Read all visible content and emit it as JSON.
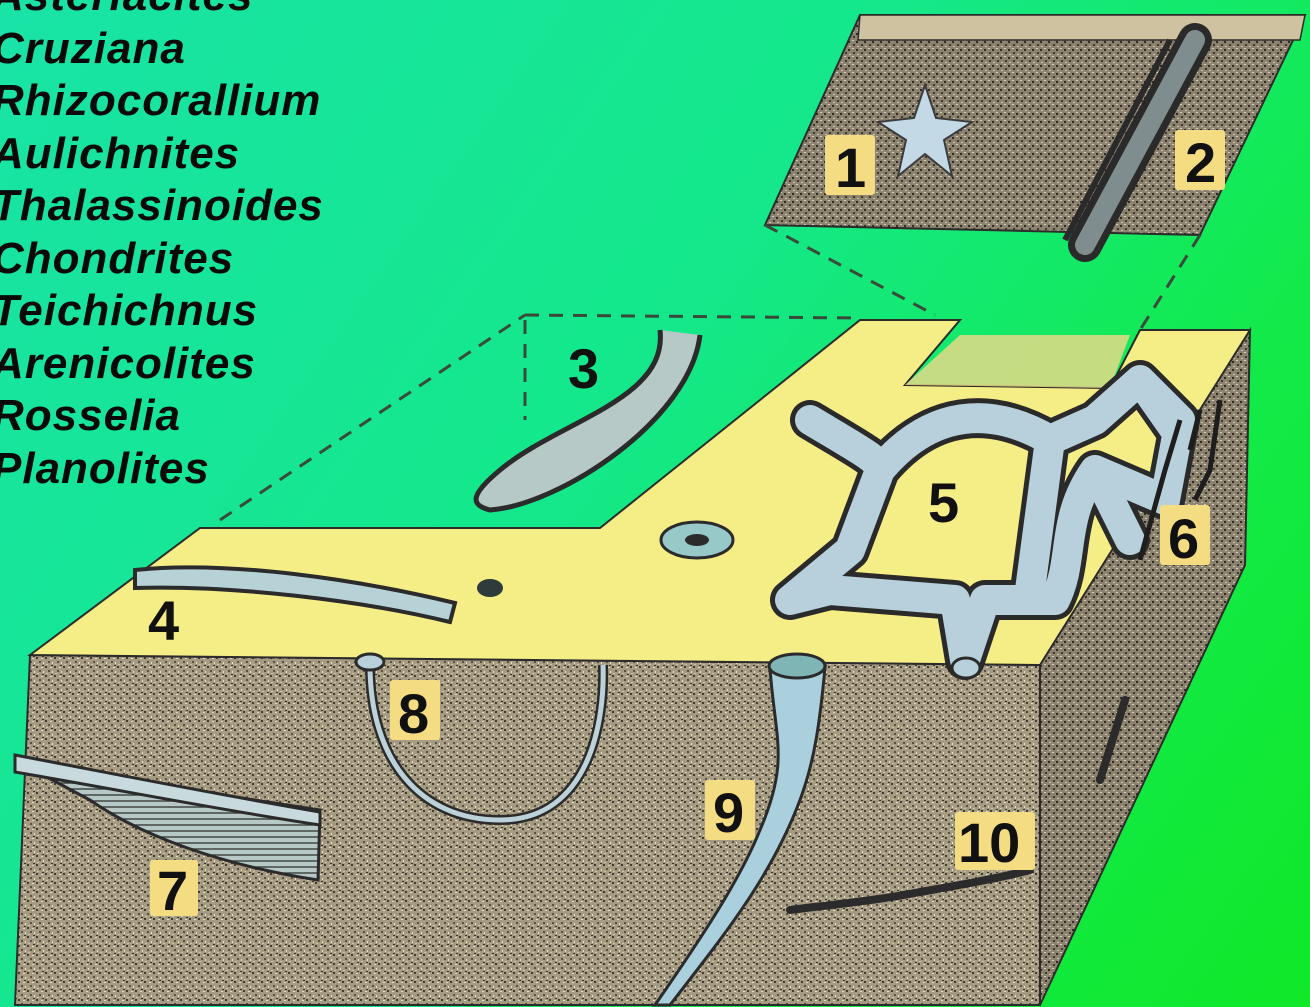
{
  "legend": {
    "items": [
      "Asteriacites",
      "Cruziana",
      "Rhizocorallium",
      "Aulichnites",
      "Thalassinoides",
      "Chondrites",
      "Teichichnus",
      "Arenicolites",
      "Rosselia",
      "Planolites"
    ]
  },
  "labels": {
    "n1": "1",
    "n2": "2",
    "n3": "3",
    "n4": "4",
    "n5": "5",
    "n6": "6",
    "n7": "7",
    "n8": "8",
    "n9": "9",
    "n10": "10"
  },
  "colors": {
    "background_start": "#19e3a7",
    "background_end": "#10e828",
    "bedding_surface": "#f5ee86",
    "rock_texture": "#a59b82",
    "trace_fossil": "#a9d3d8",
    "number_box": "#f3dc82"
  }
}
